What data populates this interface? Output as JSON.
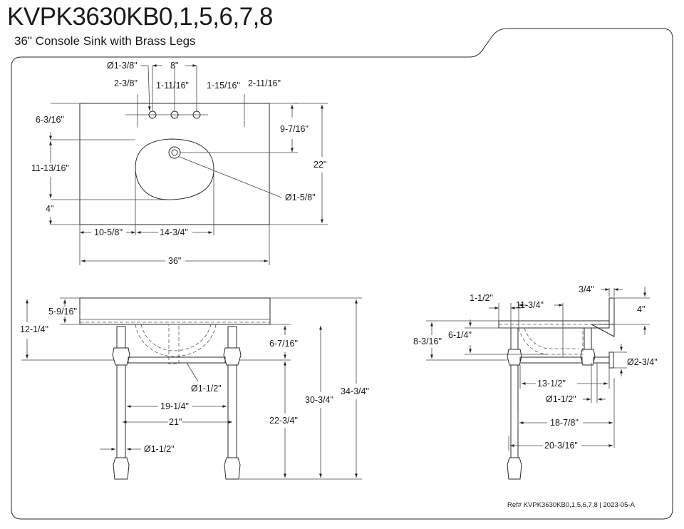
{
  "header": {
    "model": "KVPK3630KB0,1,5,6,7,8",
    "subtitle": "36\" Console Sink with Brass Legs"
  },
  "footer": {
    "ref": "Ref# KVPK3630KB0,1,5,6,7,8 | 2023-05-A"
  },
  "top_view": {
    "faucet_hole_dia": "Ø1-3/8\"",
    "faucet_spread": "8\"",
    "left_offset": "2-3/8\"",
    "hole_gap_left": "1-11/16\"",
    "hole_gap_right": "1-15/16\"",
    "right_offset": "2-11/16\"",
    "holes_depth": "6-3/16\"",
    "drain_depth_from_holes": "9-7/16\"",
    "bowl_depth": "11-13/16\"",
    "front_margin": "4\"",
    "overall_depth": "22\"",
    "drain_dia": "Ø1-5/8\"",
    "bowl_left_offset": "10-5/8\"",
    "bowl_width": "14-3/4\"",
    "overall_width": "36\""
  },
  "front_view": {
    "top_thickness": "5-9/16\"",
    "top_to_bar": "12-1/4\"",
    "bar_below_top": "6-7/16\"",
    "bar_dia": "Ø1-1/2\"",
    "inner_width": "19-1/4\"",
    "leg_spread": "21\"",
    "leg_dia": "Ø1-1/2\"",
    "bar_height": "22-3/4\"",
    "top_underside_height": "30-3/4\"",
    "overall_height": "34-3/4\""
  },
  "side_view": {
    "backsplash_thickness": "3/4\"",
    "backsplash_height": "4\"",
    "apron_offset": "1-1/2\"",
    "bowl_depth_top": "11-3/4\"",
    "bowl_inner_height": "6-1/4\"",
    "overall_depth": "8-3/16\"",
    "wall_flange_dia": "Ø2-3/4\"",
    "bracket_depth": "13-1/2\"",
    "bracket_dia": "Ø1-1/2\"",
    "leg_depth": "18-7/8\"",
    "overall_side_depth": "20-3/16\""
  }
}
